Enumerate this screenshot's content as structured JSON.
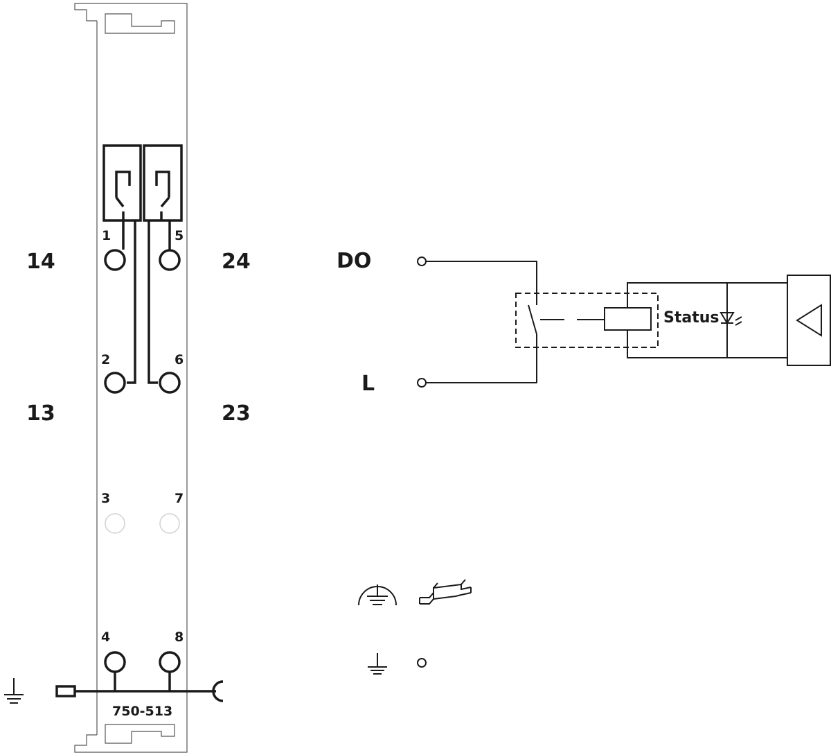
{
  "module": {
    "part_number": "750-513",
    "outer_labels": {
      "top_left": "14",
      "bottom_left": "13",
      "top_right": "24",
      "bottom_right": "23"
    },
    "pins": [
      "1",
      "2",
      "3",
      "4",
      "5",
      "6",
      "7",
      "8"
    ]
  },
  "schematic": {
    "do_label": "DO",
    "l_label": "L",
    "status_label": "Status"
  },
  "icons": [
    "ground-icon",
    "protective-earth-icon",
    "din-rail-icon",
    "amplifier-triangle-icon",
    "led-icon",
    "relay-contact-icon"
  ],
  "colors": {
    "line": "#1a1a1a",
    "module_outline": "#555555",
    "ghost_terminal": "#d0d0d0"
  }
}
